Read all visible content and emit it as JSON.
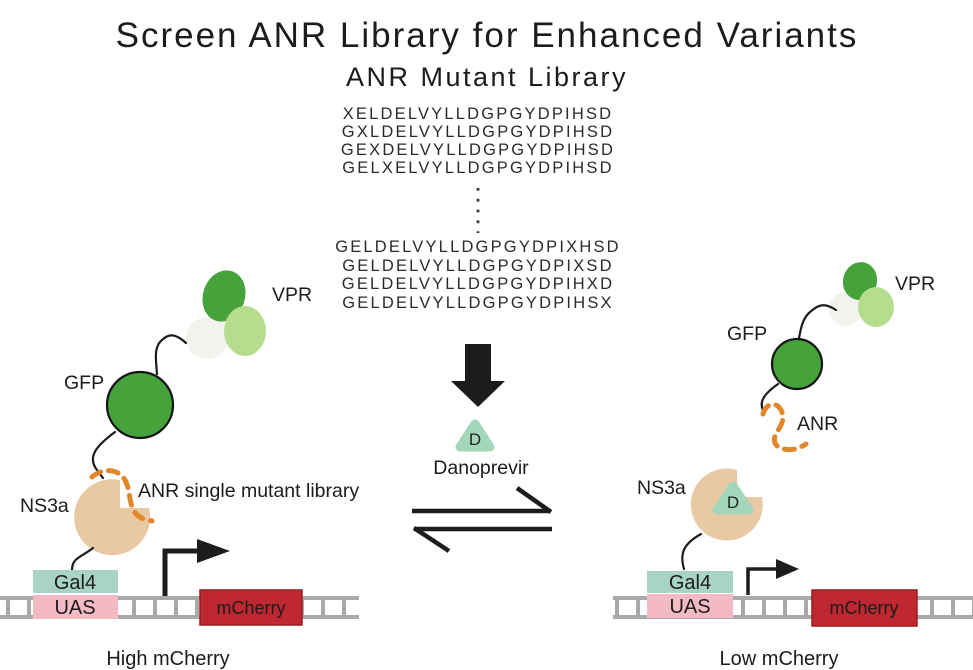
{
  "title": "Screen ANR Library for Enhanced Variants",
  "subtitle": "ANR Mutant Library",
  "library": {
    "top_sequences": [
      "XELDELVYLLDGPGYDPIHSD",
      "GXLDELVYLLDGPGYDPIHSD",
      "GEXDELVYLLDGPGYDPIHSD",
      "GELXELVYLLDGPGYDPIHSD"
    ],
    "bottom_sequences": [
      "GELDELVYLLDGPGYDPIXHSD",
      "GELDELVYLLDGPGYDPIXSD",
      "GELDELVYLLDGPGYDPIHXD",
      "GELDELVYLLDGPGYDPIHSX"
    ]
  },
  "center": {
    "drug_letter": "D",
    "drug_name": "Danoprevir"
  },
  "left": {
    "vpr": "VPR",
    "gfp": "GFP",
    "ns3a": "NS3a",
    "anr_library": "ANR single mutant library",
    "gal4": "Gal4",
    "uas": "UAS",
    "mcherry": "mCherry",
    "caption": "High mCherry"
  },
  "right": {
    "vpr": "VPR",
    "gfp": "GFP",
    "ns3a": "NS3a",
    "anr": "ANR",
    "drug_letter": "D",
    "gal4": "Gal4",
    "uas": "UAS",
    "mcherry": "mCherry",
    "caption": "Low mCherry"
  },
  "colors": {
    "dark_green": "#46a23a",
    "light_green": "#b6dd8e",
    "pale_circle": "#f3f3ee",
    "tan": "#e9c9a3",
    "orange": "#e2862c",
    "teal": "#a9d3c2",
    "pink": "#f4bac4",
    "crimson": "#bf2731",
    "mcherry_text": "#7a1016",
    "drug_green": "#a3d6ba",
    "ladder_gray": "#a9a9a9",
    "ink": "#1c1c1c"
  }
}
